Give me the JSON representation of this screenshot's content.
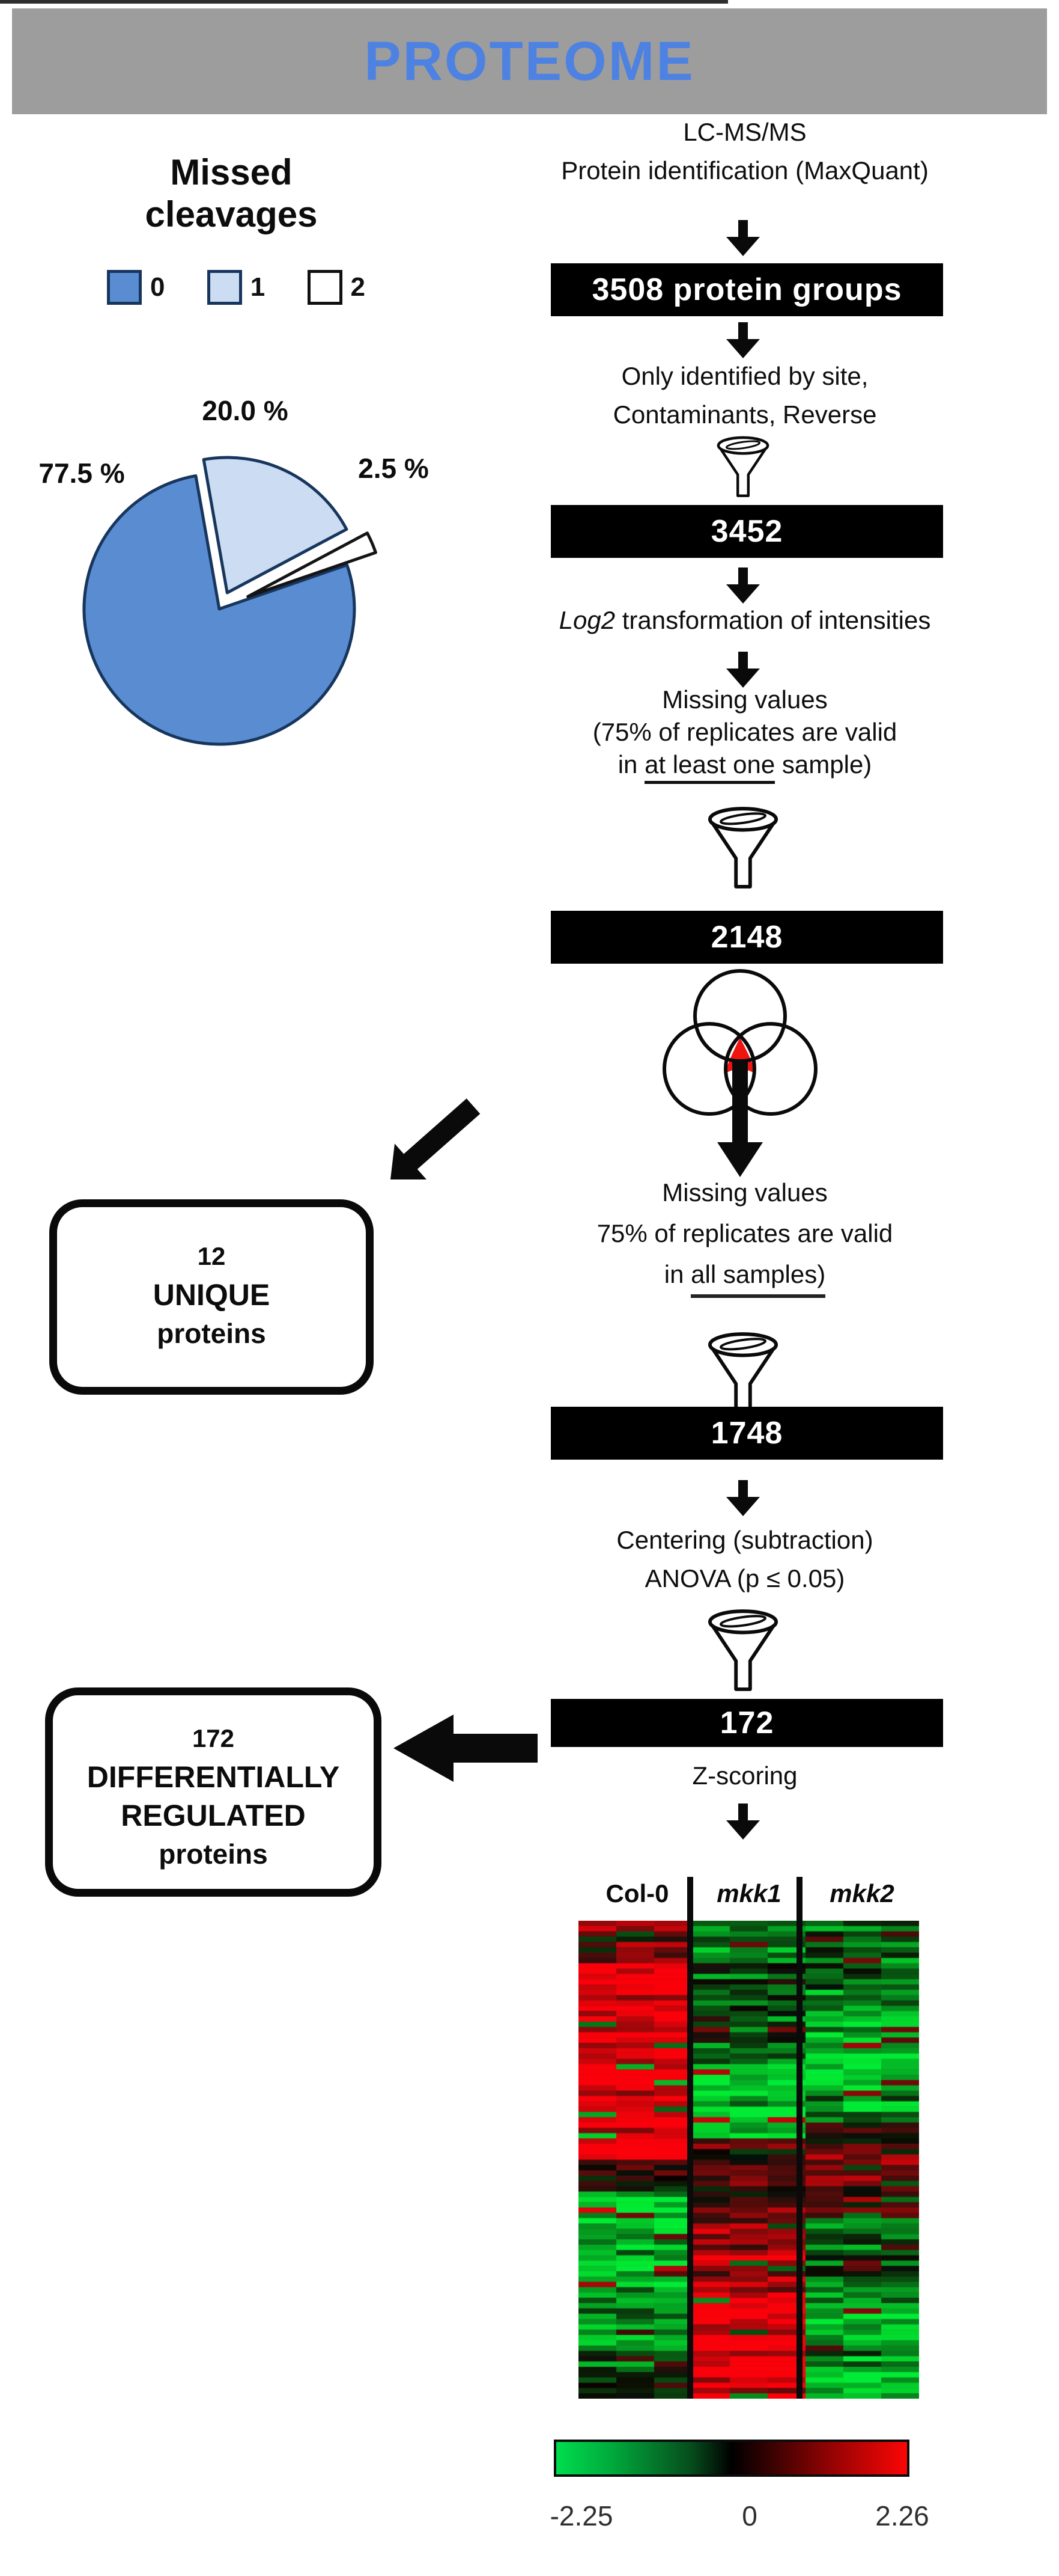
{
  "banner": {
    "title": "PROTEOME",
    "bg_color": "#9d9d9d",
    "text_color": "#4d82e2"
  },
  "pie": {
    "title_line1": "Missed",
    "title_line2": "cleavages",
    "legend": [
      {
        "label": "0",
        "color": "#5a8cd2"
      },
      {
        "label": "1",
        "color": "#ccdcf2"
      },
      {
        "label": "2",
        "color": "#ffffff"
      }
    ],
    "labels": {
      "slice_main": "77.5 %",
      "slice_one": "20.0 %",
      "slice_two": "2.5 %"
    }
  },
  "chart_data": [
    {
      "type": "pie",
      "title": "Missed cleavages",
      "categories": [
        "0",
        "1",
        "2"
      ],
      "values": [
        77.5,
        20.0,
        2.5
      ],
      "unit": "%",
      "colors": [
        "#5a8cd2",
        "#ccdcf2",
        "#ffffff"
      ],
      "exploded_slices": [
        "1",
        "2"
      ],
      "legend_position": "top"
    },
    {
      "type": "heatmap",
      "title": "Z-scored intensities of 172 differentially regulated proteins",
      "column_groups": [
        "Col-0",
        "mkk1",
        "mkk2"
      ],
      "replicates_per_group": 3,
      "colorscale": {
        "min": -2.25,
        "mid": 0,
        "max": 2.26,
        "min_color": "#00dd4e",
        "mid_color": "#000000",
        "max_color": "#fb0606"
      },
      "pattern_summary": "Col-0: upper ~half red, lower part green; mkk1: top green/black, middle bright green then dark red, bottom strong red; mkk2: mostly green/black with a red band in the middle"
    }
  ],
  "flow": {
    "lcms_line1": "LC-MS/MS",
    "lcms_line2": "Protein identification (MaxQuant)",
    "bar_3508": "3508 protein groups",
    "filter1_line1": "Only identified by site,",
    "filter1_line2": "Contaminants, Reverse",
    "bar_3452": "3452",
    "log2_italic": "Log2",
    "log2_rest": " transformation of intensities",
    "mv1": {
      "line1": "Missing values",
      "line2": "(75% of replicates are valid",
      "line3_prefix": "in ",
      "line3_underlined": "at least one",
      "line3_suffix": " sample)"
    },
    "bar_2148": "2148",
    "mv2": {
      "line1": "Missing values",
      "line2": "75% of replicates are valid",
      "line3_prefix": "in ",
      "line3_underlined": "all samples)",
      "line3_suffix": ""
    },
    "bar_1748": "1748",
    "centering": "Centering (subtraction)",
    "anova": "ANOVA (p ≤ 0.05)",
    "bar_172": "172",
    "zscoring": "Z-scoring"
  },
  "boxes": {
    "unique": {
      "line1": "12",
      "line2": "UNIQUE",
      "line3": "proteins"
    },
    "diff": {
      "line1": "172",
      "line2": "DIFFERENTIALLY",
      "line3": "REGULATED",
      "line4": "proteins"
    }
  },
  "heatmap": {
    "col_labels": [
      "Col-0",
      "mkk1",
      "mkk2"
    ],
    "rows": 90,
    "cols_per_group": 3,
    "groups": [
      {
        "name": "Col-0",
        "bands": [
          [
            0.0,
            0.08,
            0.5
          ],
          [
            0.08,
            0.5,
            0.82
          ],
          [
            0.5,
            0.56,
            0.05
          ],
          [
            0.56,
            0.9,
            -0.68
          ],
          [
            0.9,
            1.0,
            -0.2
          ]
        ]
      },
      {
        "name": "mkk1",
        "bands": [
          [
            0.0,
            0.08,
            -0.45
          ],
          [
            0.08,
            0.3,
            -0.28
          ],
          [
            0.3,
            0.45,
            -0.72
          ],
          [
            0.45,
            0.6,
            0.18
          ],
          [
            0.6,
            0.78,
            0.5
          ],
          [
            0.78,
            1.0,
            0.8
          ]
        ]
      },
      {
        "name": "mkk2",
        "bands": [
          [
            0.0,
            0.14,
            -0.35
          ],
          [
            0.14,
            0.42,
            -0.58
          ],
          [
            0.42,
            0.62,
            0.32
          ],
          [
            0.62,
            0.8,
            -0.45
          ],
          [
            0.8,
            1.0,
            -0.55
          ]
        ]
      }
    ],
    "scale": {
      "min": "-2.25",
      "mid": "0",
      "max": "2.26"
    }
  }
}
